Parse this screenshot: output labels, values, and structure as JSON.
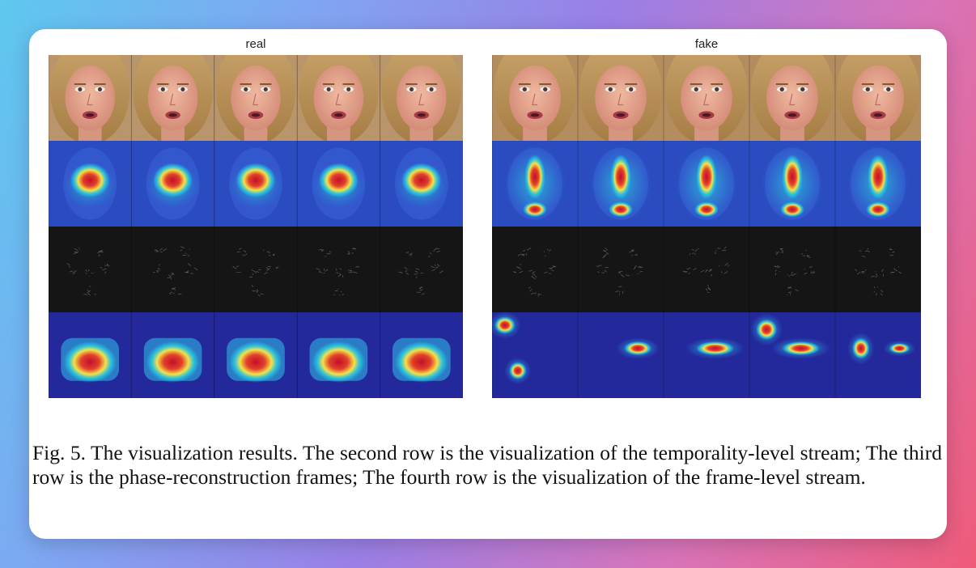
{
  "figure": {
    "panels": [
      {
        "label": "real",
        "frames": 5,
        "variant": "real"
      },
      {
        "label": "fake",
        "frames": 5,
        "variant": "fake"
      }
    ],
    "rows": [
      "video-frame",
      "temporality-level-heatmap",
      "phase-reconstruction-frame",
      "frame-level-heatmap"
    ],
    "caption": "Fig. 5.  The visualization results. The second row is the visualization of the temporality-level stream; The third row is the phase-reconstruction frames; The fourth row is the visualization of the frame-level stream."
  },
  "colors": {
    "background_start": "#5ec8ee",
    "background_end": "#ee5b79",
    "card": "#ffffff",
    "heat_low": "#1c2f9c",
    "heat_mid": "#28c8e0",
    "heat_warm": "#f2e24a",
    "heat_high": "#c0102a"
  }
}
